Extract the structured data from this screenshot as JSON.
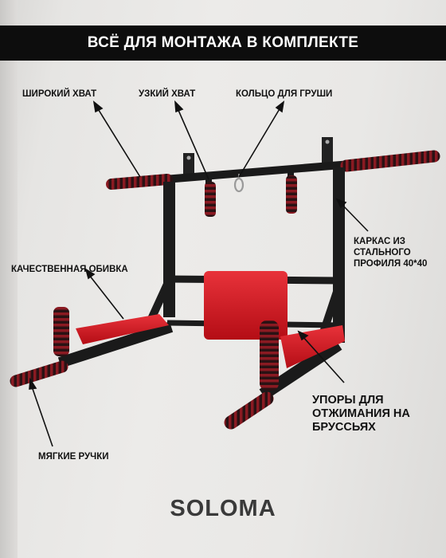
{
  "banner": {
    "title": "ВСЁ ДЛЯ МОНТАЖА В КОМПЛЕКТЕ"
  },
  "labels": {
    "wide_grip": "ШИРОКИЙ ХВАТ",
    "narrow_grip": "УЗКИЙ ХВАТ",
    "bag_ring": "КОЛЬЦО ДЛЯ ГРУШИ",
    "frame": [
      "КАРКАС ИЗ",
      "СТАЛЬНОГО",
      "ПРОФИЛЯ 40*40"
    ],
    "upholstery": "КАЧЕСТВЕННАЯ ОБИВКА",
    "dips": [
      "УПОРЫ ДЛЯ",
      "ОТЖИМАНИЯ НА",
      "БРУССЬЯХ"
    ],
    "soft_handles": "МЯГКИЕ РУЧКИ"
  },
  "brand": "SOLOMA",
  "colors": {
    "frame": "#1a1a1a",
    "padding": "#d8141c",
    "foam": "#2a1416",
    "banner": "#0d0d0d"
  }
}
